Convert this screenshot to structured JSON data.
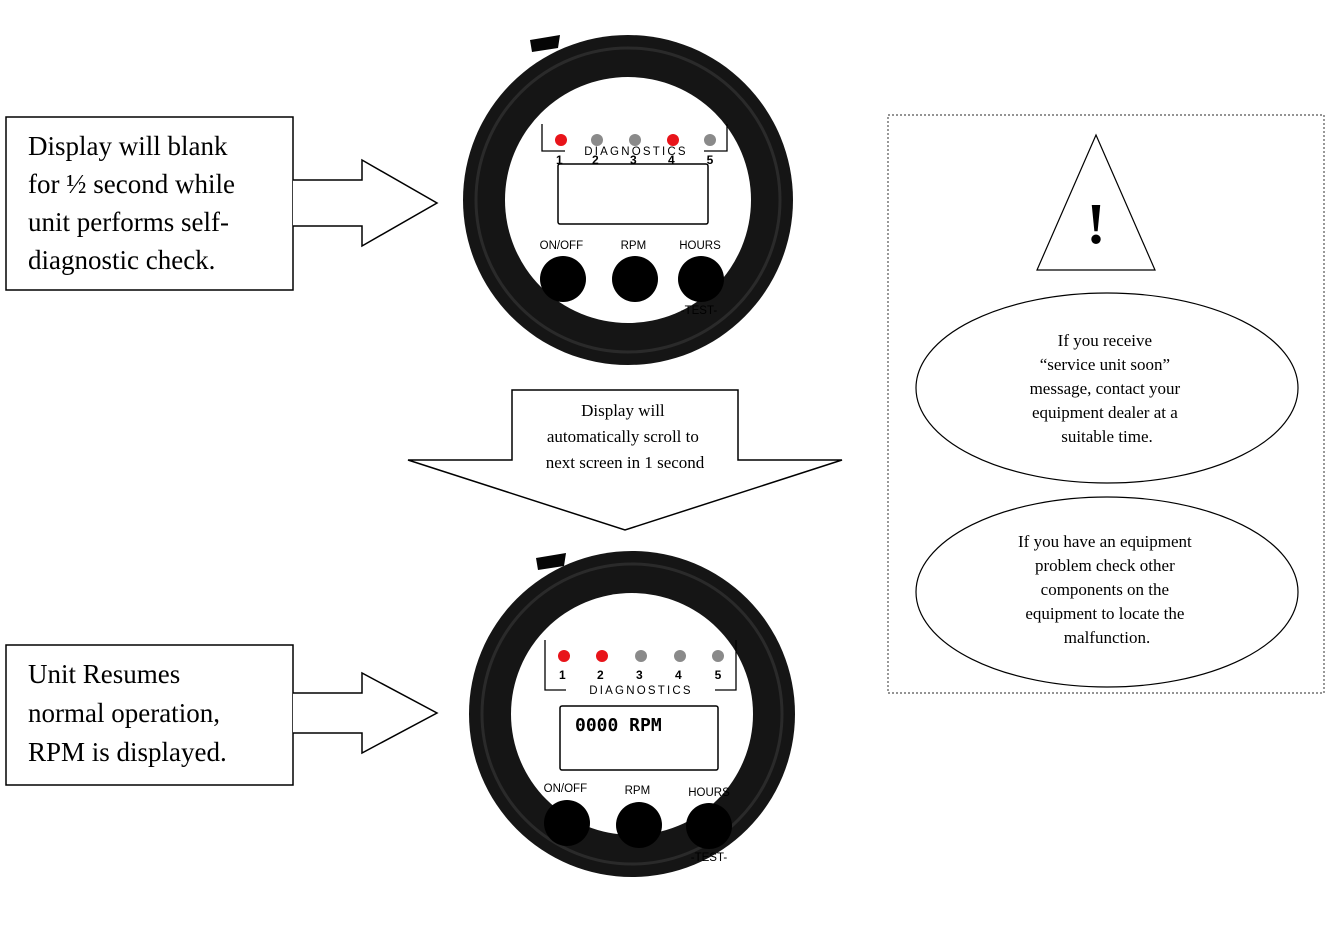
{
  "callout_top": {
    "lines": [
      "Display will blank",
      "for ½ second while",
      "unit performs self-",
      "diagnostic check."
    ]
  },
  "callout_bottom": {
    "lines": [
      "Unit Resumes",
      "normal operation,",
      "RPM is displayed."
    ]
  },
  "down_arrow": {
    "lines": [
      "Display will",
      "automatically scroll to",
      "next screen in 1 second"
    ]
  },
  "warning_panel": {
    "symbol": "!",
    "ellipse_1_lines": [
      "If you receive",
      "“service unit soon”",
      "message, contact your",
      "equipment dealer at a",
      "suitable time."
    ],
    "ellipse_2_lines": [
      "If you have an equipment",
      "problem check other",
      "components on the",
      "equipment to locate the",
      "malfunction."
    ]
  },
  "gauge_top": {
    "led_numbers": [
      "1",
      "2",
      "3",
      "4",
      "5"
    ],
    "led_states": [
      "red",
      "grey",
      "grey",
      "red",
      "grey"
    ],
    "diagnostics_label": "DIAGNOSTICS",
    "display_text": "",
    "button_labels": [
      "ON/OFF",
      "RPM",
      "HOURS"
    ],
    "test_label": "-TEST-"
  },
  "gauge_bottom": {
    "led_numbers": [
      "1",
      "2",
      "3",
      "4",
      "5"
    ],
    "led_states": [
      "red",
      "red",
      "grey",
      "grey",
      "grey"
    ],
    "diagnostics_label": "DIAGNOSTICS",
    "display_text": "0000 RPM",
    "button_labels": [
      "ON/OFF",
      "RPM",
      "HOURS"
    ],
    "test_label": "-TEST-"
  },
  "colors": {
    "led_red": "#e8141a",
    "led_grey": "#8a8a8a",
    "bezel": "#151515",
    "face": "#ffffff"
  }
}
